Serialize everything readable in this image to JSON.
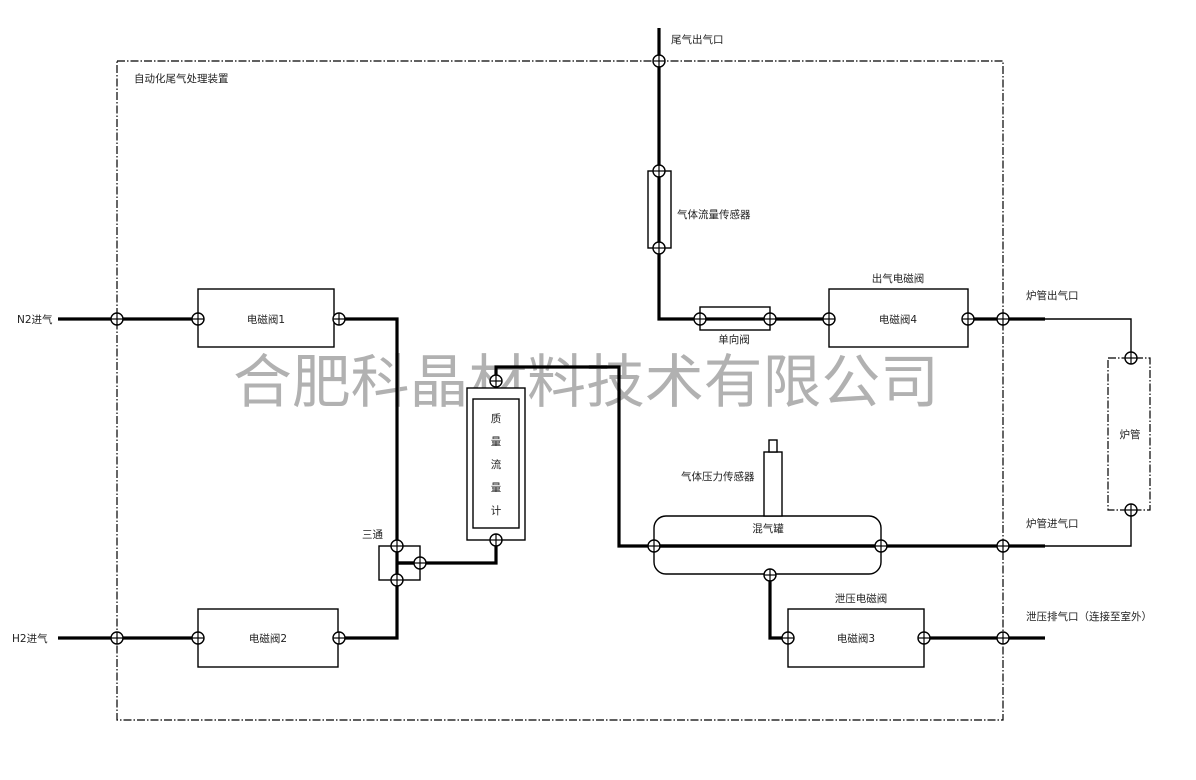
{
  "diagram": {
    "boundary_title": "自动化尾气处理装置",
    "watermark": "合肥科晶材料技术有限公司",
    "inlets": {
      "n2": "N2进气",
      "h2": "H2进气"
    },
    "outlets": {
      "exhaust": "尾气出气口",
      "tube_out": "炉管出气口",
      "tube_in": "炉管进气口",
      "vent": "泄压排气口（连接至室外）"
    },
    "valves": {
      "valve1": "电磁阀1",
      "valve2": "电磁阀2",
      "valve3": "电磁阀3",
      "valve3_title": "泄压电磁阀",
      "valve4": "电磁阀4",
      "valve4_title": "出气电磁阀"
    },
    "components": {
      "tee": "三通",
      "mfc_chars": [
        "质",
        "量",
        "流",
        "量",
        "计"
      ],
      "flow_sensor": "气体流量传感器",
      "check_valve": "单向阀",
      "pressure_sensor": "气体压力传感器",
      "mix_tank": "混气罐",
      "furnace_tube": "炉管"
    },
    "edges": [
      {
        "from": "N2进气",
        "to": "电磁阀1"
      },
      {
        "from": "H2进气",
        "to": "电磁阀2"
      },
      {
        "from": "电磁阀1",
        "to": "三通"
      },
      {
        "from": "电磁阀2",
        "to": "三通"
      },
      {
        "from": "三通",
        "to": "质量流量计"
      },
      {
        "from": "质量流量计",
        "to": "混气罐"
      },
      {
        "from": "混气罐",
        "to": "炉管进气口"
      },
      {
        "from": "炉管进气口",
        "to": "炉管"
      },
      {
        "from": "炉管",
        "to": "炉管出气口"
      },
      {
        "from": "炉管出气口",
        "to": "电磁阀4"
      },
      {
        "from": "电磁阀4",
        "to": "单向阀"
      },
      {
        "from": "单向阀",
        "to": "气体流量传感器"
      },
      {
        "from": "气体流量传感器",
        "to": "尾气出气口"
      },
      {
        "from": "混气罐",
        "to": "电磁阀3"
      },
      {
        "from": "电磁阀3",
        "to": "泄压排气口（连接至室外）"
      },
      {
        "from": "气体压力传感器",
        "to": "混气罐"
      }
    ]
  }
}
